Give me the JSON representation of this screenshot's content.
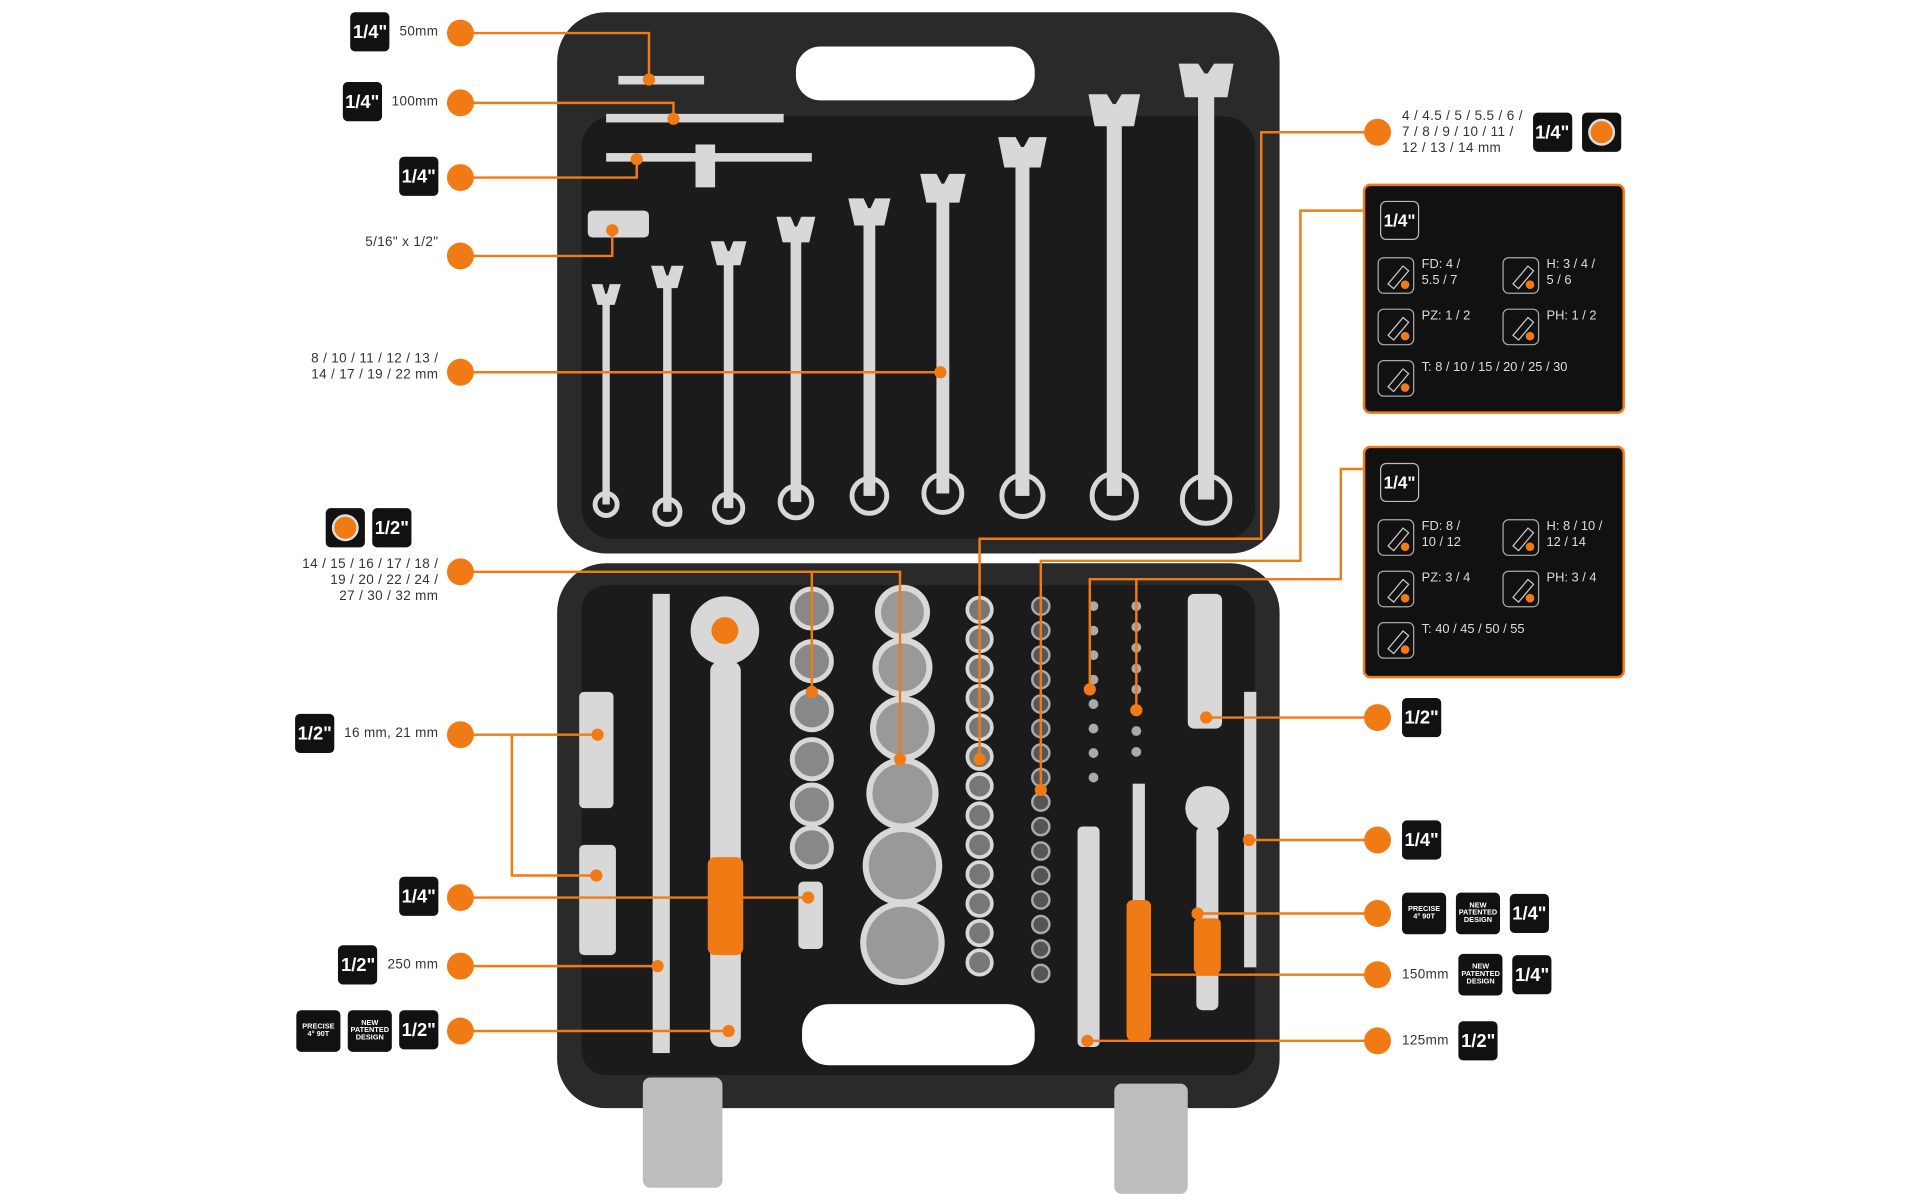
{
  "colors": {
    "accent": "#f07a14",
    "case": "#2a2a2a",
    "tray": "#1b1b1b",
    "metal": "#d8d8d8"
  },
  "left_labels": [
    {
      "badges": [
        "1/4\""
      ],
      "text": "50mm"
    },
    {
      "badges": [
        "1/4\""
      ],
      "text": "100mm"
    },
    {
      "badges": [
        "1/4\""
      ],
      "text": ""
    },
    {
      "badges": [],
      "text": "5/16\" x 1/2\""
    },
    {
      "badges": [],
      "text": "8 / 10 / 11 / 12 / 13 /\n14 / 17 / 19 / 22 mm"
    },
    {
      "badges": [
        "socket-icon",
        "1/2\""
      ],
      "text": "14 / 15 / 16 / 17 / 18 /\n19 / 20 / 22 / 24 /\n27 / 30 / 32 mm"
    },
    {
      "badges": [
        "1/2\""
      ],
      "text": "16 mm, 21 mm"
    },
    {
      "badges": [
        "1/4\""
      ],
      "text": ""
    },
    {
      "badges": [
        "1/2\""
      ],
      "text": "250 mm"
    },
    {
      "badges": [
        "PRECISE 4° 90T",
        "NEW PATENTED DESIGN",
        "1/2\""
      ],
      "text": ""
    }
  ],
  "right_labels": [
    {
      "text": "4 / 4.5 / 5 / 5.5 / 6 /\n7 / 8 / 9 / 10 / 11 /\n12 / 13 / 14 mm",
      "badges": [
        "1/4\"",
        "socket-icon"
      ]
    },
    {
      "text": "",
      "badges": [
        "1/2\""
      ]
    },
    {
      "text": "",
      "badges": [
        "1/4\""
      ]
    },
    {
      "text": "",
      "badges": [
        "PRECISE 4° 90T",
        "NEW PATENTED DESIGN",
        "1/4\""
      ]
    },
    {
      "text": "150mm",
      "badges": [
        "NEW PATENTED DESIGN",
        "1/4\""
      ]
    },
    {
      "text": "125mm",
      "badges": [
        "1/2\""
      ]
    }
  ],
  "panels": [
    {
      "drive": "1/4\"",
      "bits": [
        {
          "icon": "flat-bit-icon",
          "text": "FD: 4 /\n5.5 / 7"
        },
        {
          "icon": "hex-bit-icon",
          "text": "H: 3 / 4 /\n5 / 6"
        },
        {
          "icon": "pozi-bit-icon",
          "text": "PZ: 1 / 2"
        },
        {
          "icon": "phillips-bit-icon",
          "text": "PH: 1 / 2"
        },
        {
          "icon": "torx-bit-icon",
          "text": "T: 8 / 10 / 15 / 20 / 25 / 30"
        }
      ]
    },
    {
      "drive": "1/4\"",
      "bits": [
        {
          "icon": "flat-bit-icon",
          "text": "FD: 8 /\n10 / 12"
        },
        {
          "icon": "hex-bit-icon",
          "text": "H: 8 / 10 /\n12 / 14"
        },
        {
          "icon": "pozi-bit-icon",
          "text": "PZ: 3 / 4"
        },
        {
          "icon": "phillips-bit-icon",
          "text": "PH: 3 / 4"
        },
        {
          "icon": "torx-bit-icon",
          "text": "T: 40 / 45 / 50 / 55"
        }
      ]
    }
  ]
}
